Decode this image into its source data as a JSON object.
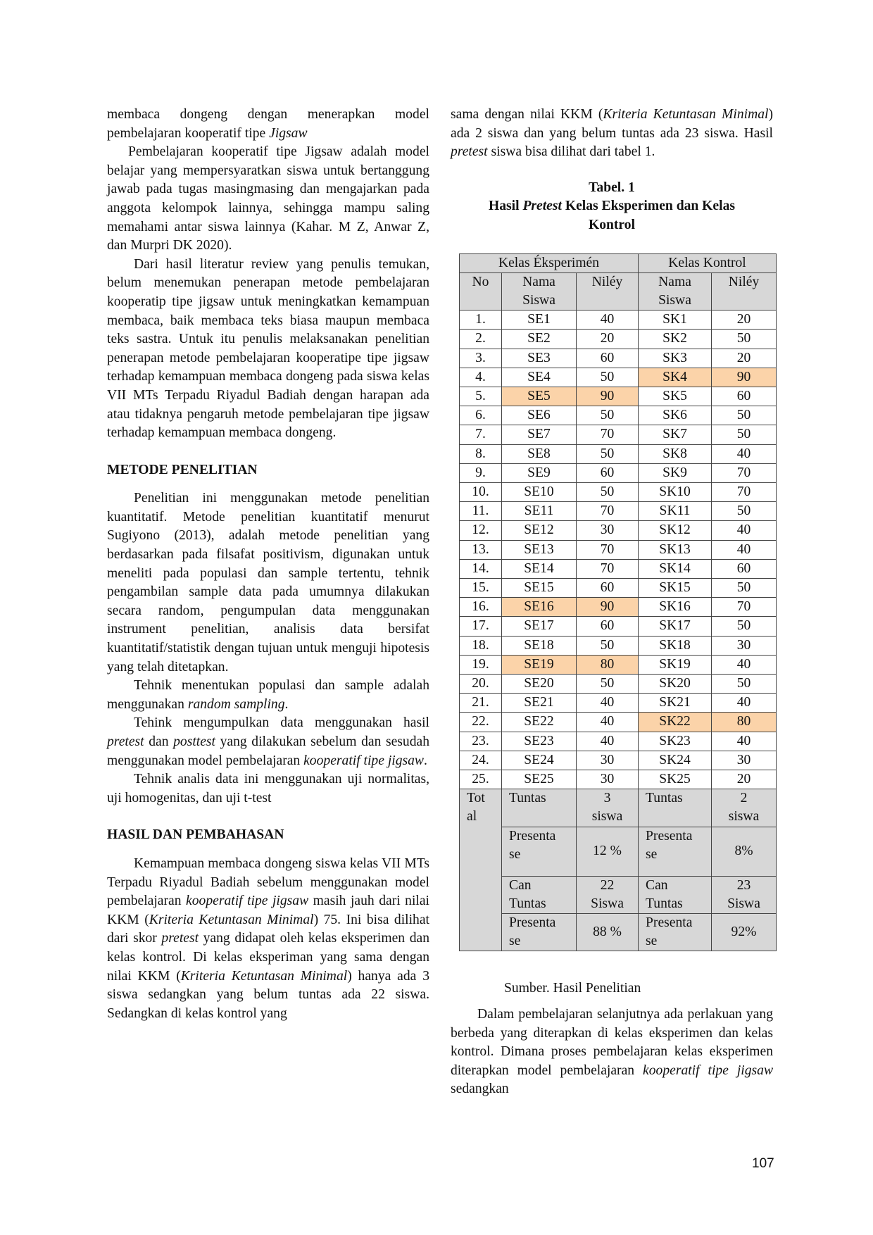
{
  "left": {
    "p1": [
      "membaca dongeng dengan menerapkan model pembelajaran kooperatif tipe ",
      "Jigsaw"
    ],
    "p2": "Pembelajaran kooperatif tipe Jigsaw adalah model belajar yang mempersyaratkan siswa untuk bertanggung jawab pada tugas masingmasing dan mengajarkan pada anggota kelompok lainnya, sehingga mampu saling memahami antar siswa lainnya (Kahar. M Z, Anwar Z, dan Murpri DK 2020).",
    "p3": "Dari hasil literatur review yang penulis temukan, belum menemukan penerapan metode pembelajaran kooperatip tipe jigsaw untuk meningkatkan kemampuan membaca, baik membaca teks biasa maupun membaca teks sastra. Untuk itu penulis melaksanakan penelitian penerapan metode pembelajaran kooperatipe tipe jigsaw terhadap kemampuan membaca dongeng pada siswa kelas VII MTs Terpadu Riyadul Badiah dengan harapan ada atau tidaknya pengaruh metode pembelajaran tipe jigsaw terhadap kemampuan membaca dongeng.",
    "h_metode": "METODE PENELITIAN",
    "m1": "Penelitian ini menggunakan metode penelitian kuantitatif. Metode penelitian kuantitatif menurut Sugiyono (2013), adalah metode penelitian yang berdasarkan pada filsafat positivism, digunakan untuk meneliti pada populasi dan sample tertentu, tehnik pengambilan sample data pada umumnya dilakukan secara random, pengumpulan data menggunakan instrument penelitian, analisis data bersifat kuantitatif/statistik dengan tujuan untuk menguji hipotesis yang telah ditetapkan.",
    "m2": [
      "Tehnik menentukan populasi dan sample adalah menggunakan ",
      "random sampling",
      "."
    ],
    "m3": [
      "Tehink mengumpulkan data menggunakan hasil ",
      "pretest",
      " dan ",
      "posttest",
      " yang dilakukan sebelum dan sesudah menggunakan model pembelajaran ",
      "kooperatif tipe jigsaw",
      "."
    ],
    "m4": "Tehnik analis data ini menggunakan uji normalitas, uji homogenitas, dan uji t-test",
    "h_hasil": "HASIL DAN PEMBAHASAN",
    "r1": [
      "Kemampuan membaca dongeng siswa kelas VII MTs Terpadu Riyadul Badiah sebelum menggunakan model pembelajaran ",
      "kooperatif tipe jigsaw",
      " masih jauh dari nilai KKM (",
      "Kriteria Ketuntasan Minimal",
      ") 75. Ini bisa dilihat dari skor ",
      "pretest",
      " yang didapat oleh kelas eksperimen dan kelas kontrol. Di kelas eksperiman yang sama dengan nilai KKM (",
      "Kriteria Ketuntasan Minimal",
      ") hanya ada 3 siswa sedangkan yang belum tuntas ada 22 siswa. Sedangkan di kelas kontrol yang"
    ]
  },
  "right": {
    "p1": [
      "sama dengan nilai KKM (",
      "Kriteria Ketuntasan Minimal",
      ") ada 2 siswa dan yang belum tuntas ada 23 siswa. Hasil ",
      "pretest",
      " siswa bisa dilihat dari tabel 1."
    ],
    "caption_line1": "Tabel. 1",
    "caption_line2": [
      "Hasil ",
      "Pretest",
      " Kelas Eksperimen dan Kelas"
    ],
    "caption_line3": "Kontrol",
    "source": "Sumber. Hasil Penelitian",
    "p2": [
      "Dalam pembelajaran selanjutnya ada perlakuan yang berbeda yang diterapkan di kelas eksperimen dan kelas kontrol. Dimana proses pembelajaran kelas eksperimen diterapkan model pembelajaran ",
      "kooperatif tipe jigsaw",
      " sedangkan"
    ]
  },
  "table": {
    "group_exp": "Kelas Éksperimén",
    "group_ctrl": "Kelas Kontrol",
    "col_no": "No",
    "col_nama_1": "Nama",
    "col_nama_2": "Siswa",
    "col_nilai": "Niléy",
    "rows": [
      {
        "no": "1.",
        "se": "SE1",
        "sev": "40",
        "sk": "SK1",
        "skv": "20"
      },
      {
        "no": "2.",
        "se": "SE2",
        "sev": "20",
        "sk": "SK2",
        "skv": "50"
      },
      {
        "no": "3.",
        "se": "SE3",
        "sev": "60",
        "sk": "SK3",
        "skv": "20"
      },
      {
        "no": "4.",
        "se": "SE4",
        "sev": "50",
        "sk": "SK4",
        "skv": "90",
        "hk": true
      },
      {
        "no": "5.",
        "se": "SE5",
        "sev": "90",
        "sk": "SK5",
        "skv": "60",
        "he": true
      },
      {
        "no": "6.",
        "se": "SE6",
        "sev": "50",
        "sk": "SK6",
        "skv": "50"
      },
      {
        "no": "7.",
        "se": "SE7",
        "sev": "70",
        "sk": "SK7",
        "skv": "50"
      },
      {
        "no": "8.",
        "se": "SE8",
        "sev": "50",
        "sk": "SK8",
        "skv": "40"
      },
      {
        "no": "9.",
        "se": "SE9",
        "sev": "60",
        "sk": "SK9",
        "skv": "70"
      },
      {
        "no": "10.",
        "se": "SE10",
        "sev": "50",
        "sk": "SK10",
        "skv": "70"
      },
      {
        "no": "11.",
        "se": "SE11",
        "sev": "70",
        "sk": "SK11",
        "skv": "50"
      },
      {
        "no": "12.",
        "se": "SE12",
        "sev": "30",
        "sk": "SK12",
        "skv": "40"
      },
      {
        "no": "13.",
        "se": "SE13",
        "sev": "70",
        "sk": "SK13",
        "skv": "40"
      },
      {
        "no": "14.",
        "se": "SE14",
        "sev": "70",
        "sk": "SK14",
        "skv": "60"
      },
      {
        "no": "15.",
        "se": "SE15",
        "sev": "60",
        "sk": "SK15",
        "skv": "50"
      },
      {
        "no": "16.",
        "se": "SE16",
        "sev": "90",
        "sk": "SK16",
        "skv": "70",
        "he": true
      },
      {
        "no": "17.",
        "se": "SE17",
        "sev": "60",
        "sk": "SK17",
        "skv": "50"
      },
      {
        "no": "18.",
        "se": "SE18",
        "sev": "50",
        "sk": "SK18",
        "skv": "30"
      },
      {
        "no": "19.",
        "se": "SE19",
        "sev": "80",
        "sk": "SK19",
        "skv": "40",
        "he": true
      },
      {
        "no": "20.",
        "se": "SE20",
        "sev": "50",
        "sk": "SK20",
        "skv": "50"
      },
      {
        "no": "21.",
        "se": "SE21",
        "sev": "40",
        "sk": "SK21",
        "skv": "40"
      },
      {
        "no": "22.",
        "se": "SE22",
        "sev": "40",
        "sk": "SK22",
        "skv": "80",
        "hk": true
      },
      {
        "no": "23.",
        "se": "SE23",
        "sev": "40",
        "sk": "SK23",
        "skv": "40"
      },
      {
        "no": "24.",
        "se": "SE24",
        "sev": "30",
        "sk": "SK24",
        "skv": "30"
      },
      {
        "no": "25.",
        "se": "SE25",
        "sev": "30",
        "sk": "SK25",
        "skv": "20"
      }
    ],
    "total_label_1": "Tot",
    "total_label_2": "al",
    "tuntas_label": "Tuntas",
    "exp_tuntas_1": "3",
    "exp_tuntas_2": "siswa",
    "ctrl_tuntas_1": "2",
    "ctrl_tuntas_2": "siswa",
    "presentase_1": "Presenta",
    "presentase_2": "se",
    "exp_pct1": "12 %",
    "ctrl_pct1": "8%",
    "can_1": "Can",
    "can_2": "Tuntas",
    "exp_can_1": "22",
    "exp_can_2": "Siswa",
    "ctrl_can_1": "23",
    "ctrl_can_2": "Siswa",
    "exp_pct2": "88 %",
    "ctrl_pct2": "92%"
  },
  "page_number": "107"
}
